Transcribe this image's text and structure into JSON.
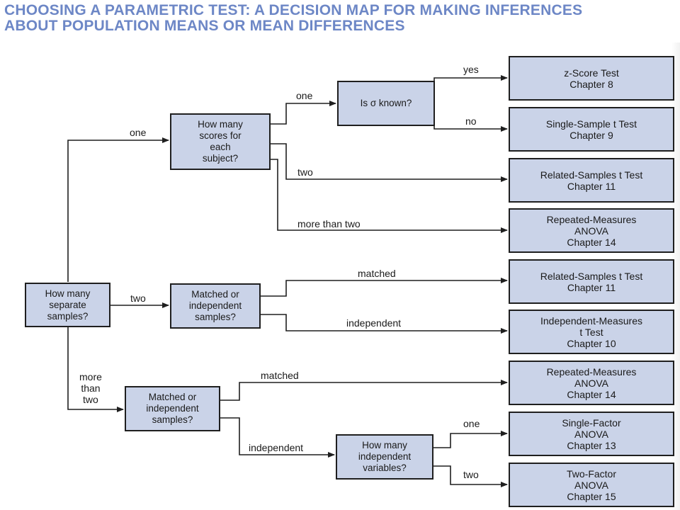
{
  "title": {
    "line1": "CHOOSING A PARAMETRIC TEST: A DECISION MAP FOR MAKING INFERENCES",
    "line2": "ABOUT POPULATION MEANS OR MEAN DIFFERENCES"
  },
  "colors": {
    "title": "#6d87c6",
    "box_fill": "#cad3e8",
    "box_border": "#1f1f1f",
    "line": "#1f1f1f"
  },
  "decisions": {
    "samples": [
      "How many",
      "separate",
      "samples?"
    ],
    "scores": [
      "How many",
      "scores for",
      "each",
      "subject?"
    ],
    "known": [
      "Is σ known?"
    ],
    "matched_two": [
      "Matched or",
      "independent",
      "samples?"
    ],
    "matched_more": [
      "Matched or",
      "independent",
      "samples?"
    ],
    "variables": [
      "How many",
      "independent",
      "variables?"
    ]
  },
  "results": {
    "z_score": [
      "z-Score Test",
      "Chapter 8"
    ],
    "single_sample": [
      "Single-Sample t Test",
      "Chapter 9"
    ],
    "related_1": [
      "Related-Samples t Test",
      "Chapter 11"
    ],
    "repeated_1": [
      "Repeated-Measures",
      "ANOVA",
      "Chapter 14"
    ],
    "related_2": [
      "Related-Samples t Test",
      "Chapter 11"
    ],
    "independent": [
      "Independent-Measures",
      "t Test",
      "Chapter 10"
    ],
    "repeated_2": [
      "Repeated-Measures",
      "ANOVA",
      "Chapter 14"
    ],
    "single_factor": [
      "Single-Factor",
      "ANOVA",
      "Chapter 13"
    ],
    "two_factor": [
      "Two-Factor",
      "ANOVA",
      "Chapter 15"
    ]
  },
  "edge_labels": {
    "one_samples": "one",
    "two_samples": "two",
    "more_samples": [
      "more",
      "than",
      "two"
    ],
    "one_score": "one",
    "two_scores": "two",
    "more_scores": "more than two",
    "yes": "yes",
    "no": "no",
    "matched_a": "matched",
    "independent_a": "independent",
    "matched_b": "matched",
    "independent_b": "independent",
    "one_var": "one",
    "two_var": "two"
  }
}
